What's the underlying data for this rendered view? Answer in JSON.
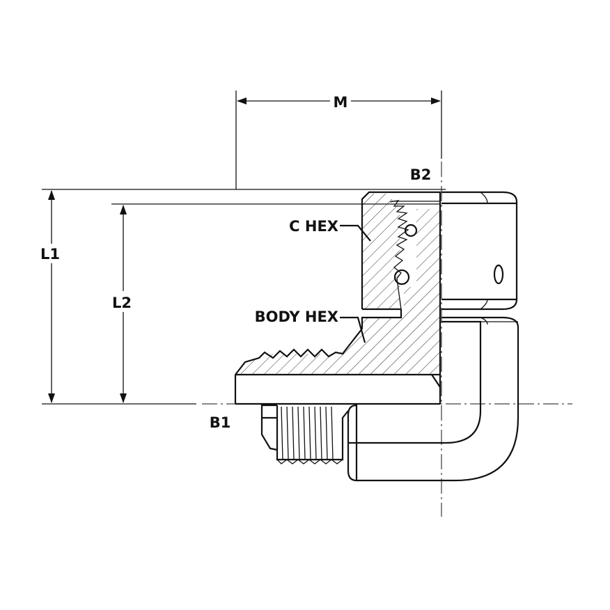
{
  "labels": {
    "m": "M",
    "b2": "B2",
    "l1": "L1",
    "l2": "L2",
    "b1": "B1",
    "c_hex": "C HEX",
    "body_hex": "BODY HEX"
  },
  "colors": {
    "line": "#111111",
    "background": "#ffffff"
  }
}
